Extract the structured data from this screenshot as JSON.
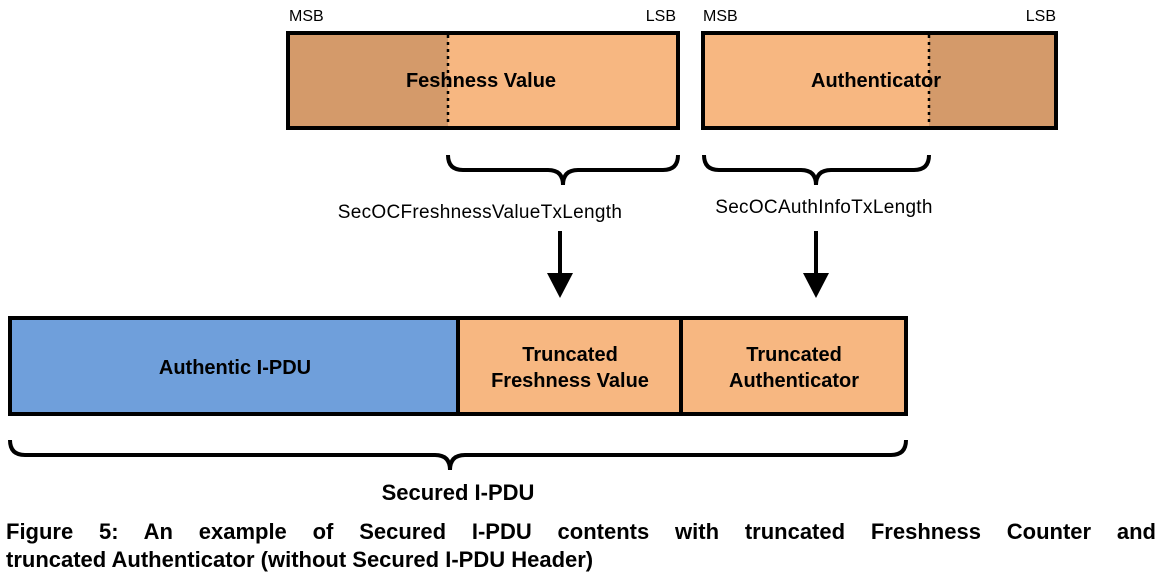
{
  "colors": {
    "orange_light": "#f7b781",
    "orange_dark": "#d49a6a",
    "blue": "#6f9fdb",
    "border": "#000000"
  },
  "top": {
    "freshness": {
      "msb": "MSB",
      "lsb": "LSB",
      "label": "Feshness Value",
      "param": "SecOCFreshnessValueTxLength"
    },
    "authenticator": {
      "msb": "MSB",
      "lsb": "LSB",
      "label": "Authenticator",
      "param": "SecOCAuthInfoTxLength"
    }
  },
  "pdu": {
    "authentic": "Authentic I-PDU",
    "truncated_fv_line1": "Truncated",
    "truncated_fv_line2": "Freshness Value",
    "truncated_auth_line1": "Truncated",
    "truncated_auth_line2": "Authenticator",
    "secured_label": "Secured I-PDU"
  },
  "caption": {
    "line1": "Figure 5: An example of Secured I-PDU contents with truncated Freshness Counter and",
    "line2": "truncated Authenticator (without Secured I-PDU Header)"
  }
}
